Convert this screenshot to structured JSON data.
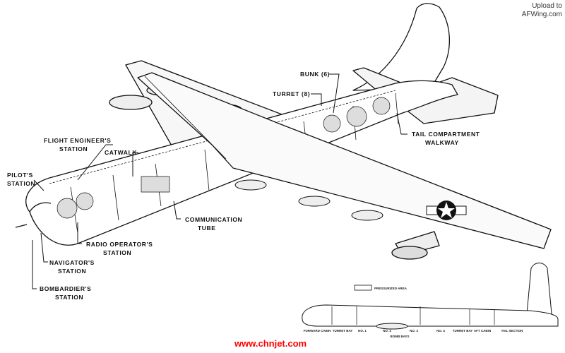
{
  "header": {
    "upload_line1": "Upload to",
    "upload_line2": "AFWing.com"
  },
  "watermark": "www.chnjet.com",
  "callouts": {
    "bunk": "BUNK (6)",
    "turret": "TURRET (8)",
    "tail_compartment": [
      "TAIL COMPARTMENT",
      "WALKWAY"
    ],
    "flight_engineer": [
      "FLIGHT ENGINEER'S",
      "STATION"
    ],
    "catwalk": "CATWALK",
    "pilot": [
      "PILOT'S",
      "STATION"
    ],
    "communication": [
      "COMMUNICATION",
      "TUBE"
    ],
    "radio_operator": [
      "RADIO OPERATOR'S",
      "STATION"
    ],
    "navigator": [
      "NAVIGATOR'S",
      "STATION"
    ],
    "bombardier": [
      "BOMBARDIER'S",
      "STATION"
    ]
  },
  "inset": {
    "legend": "PRESSURIZED AREA",
    "sections": [
      "FORWARD CABIN",
      "TURRET BAY",
      "NO. 1",
      "NO. 2",
      "NO. 3",
      "BOMB BAYS",
      "NO. 4",
      "TURRET BAY",
      "AFT CABIN",
      "TAIL SECTION"
    ]
  },
  "colors": {
    "ink": "#111111",
    "watermark": "#ff0000"
  }
}
